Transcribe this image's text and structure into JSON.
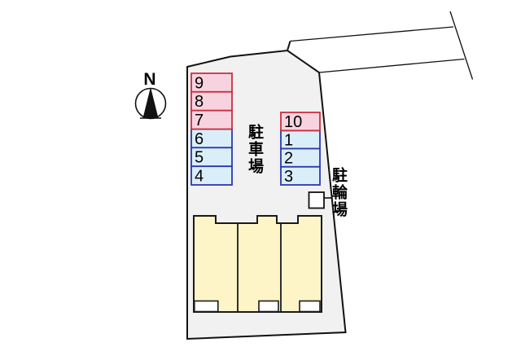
{
  "compass": {
    "north_label": "N"
  },
  "labels": {
    "parking_area": "駐車場",
    "bicycle_area": "駐輪場"
  },
  "parking": {
    "left_column": [
      {
        "label": "9",
        "color": "red"
      },
      {
        "label": "8",
        "color": "red"
      },
      {
        "label": "7",
        "color": "red"
      },
      {
        "label": "6",
        "color": "blue"
      },
      {
        "label": "5",
        "color": "blue"
      },
      {
        "label": "4",
        "color": "blue"
      }
    ],
    "right_column": [
      {
        "label": "10",
        "color": "red"
      },
      {
        "label": "1",
        "color": "blue"
      },
      {
        "label": "2",
        "color": "blue"
      },
      {
        "label": "3",
        "color": "blue"
      }
    ]
  },
  "building": {
    "unit_count": 3
  },
  "colors": {
    "red_space_fill": "#f7d3df",
    "red_space_border": "#c9303e",
    "blue_space_fill": "#daeef9",
    "blue_space_border": "#2a39ad",
    "plot_fill": "#f1f1f1",
    "building_fill": "#fdf5c8",
    "outline": "#111111",
    "background": "#ffffff"
  }
}
